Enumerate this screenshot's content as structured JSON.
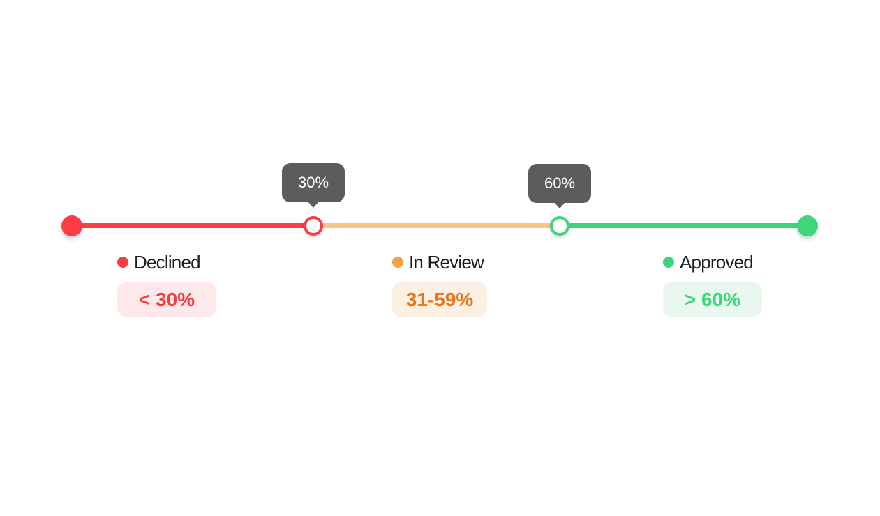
{
  "slider": {
    "min_percent": 0,
    "max_percent": 100,
    "handles": [
      {
        "value_percent": 30,
        "tooltip": "30%"
      },
      {
        "value_percent": 60,
        "tooltip": "60%"
      }
    ]
  },
  "legend": [
    {
      "label": "Declined",
      "range": "< 30%",
      "color": "#fc3d45",
      "badge_bg": "#fde9ea"
    },
    {
      "label": "In Review",
      "range": "31-59%",
      "color": "#f4a04c",
      "text_color": "#e8731a",
      "badge_bg": "#fcf0e3"
    },
    {
      "label": "Approved",
      "range": "> 60%",
      "color": "#3dd77a",
      "badge_bg": "#e8f8ee"
    }
  ],
  "colors": {
    "declined": "#fc3d45",
    "review_track": "#fbc48a",
    "approved": "#3dd77a",
    "tooltip_bg": "#5c5c5c"
  }
}
